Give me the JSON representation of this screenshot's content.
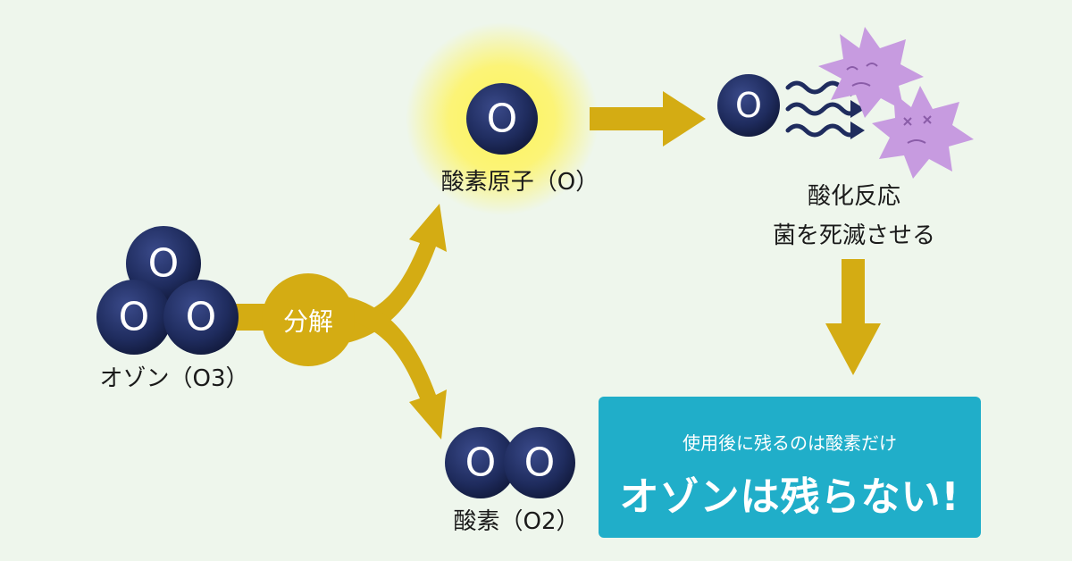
{
  "atom_symbol": "O",
  "labels": {
    "ozone": "オゾン（O3）",
    "decompose": "分解",
    "oxygen_atom": "酸素原子（O）",
    "oxygen_molecule": "酸素（O2）",
    "oxidation_line1": "酸化反応",
    "oxidation_line2": "菌を死滅させる"
  },
  "result": {
    "sub": "使用後に残るのは酸素だけ",
    "main": "オゾンは残らない!"
  },
  "colors": {
    "atom": "#1f2c5e",
    "arrow": "#d4ac13",
    "glow": "#fff45a",
    "germ": "#c79be0",
    "box": "#20aec9",
    "wave": "#1f2c5e"
  }
}
